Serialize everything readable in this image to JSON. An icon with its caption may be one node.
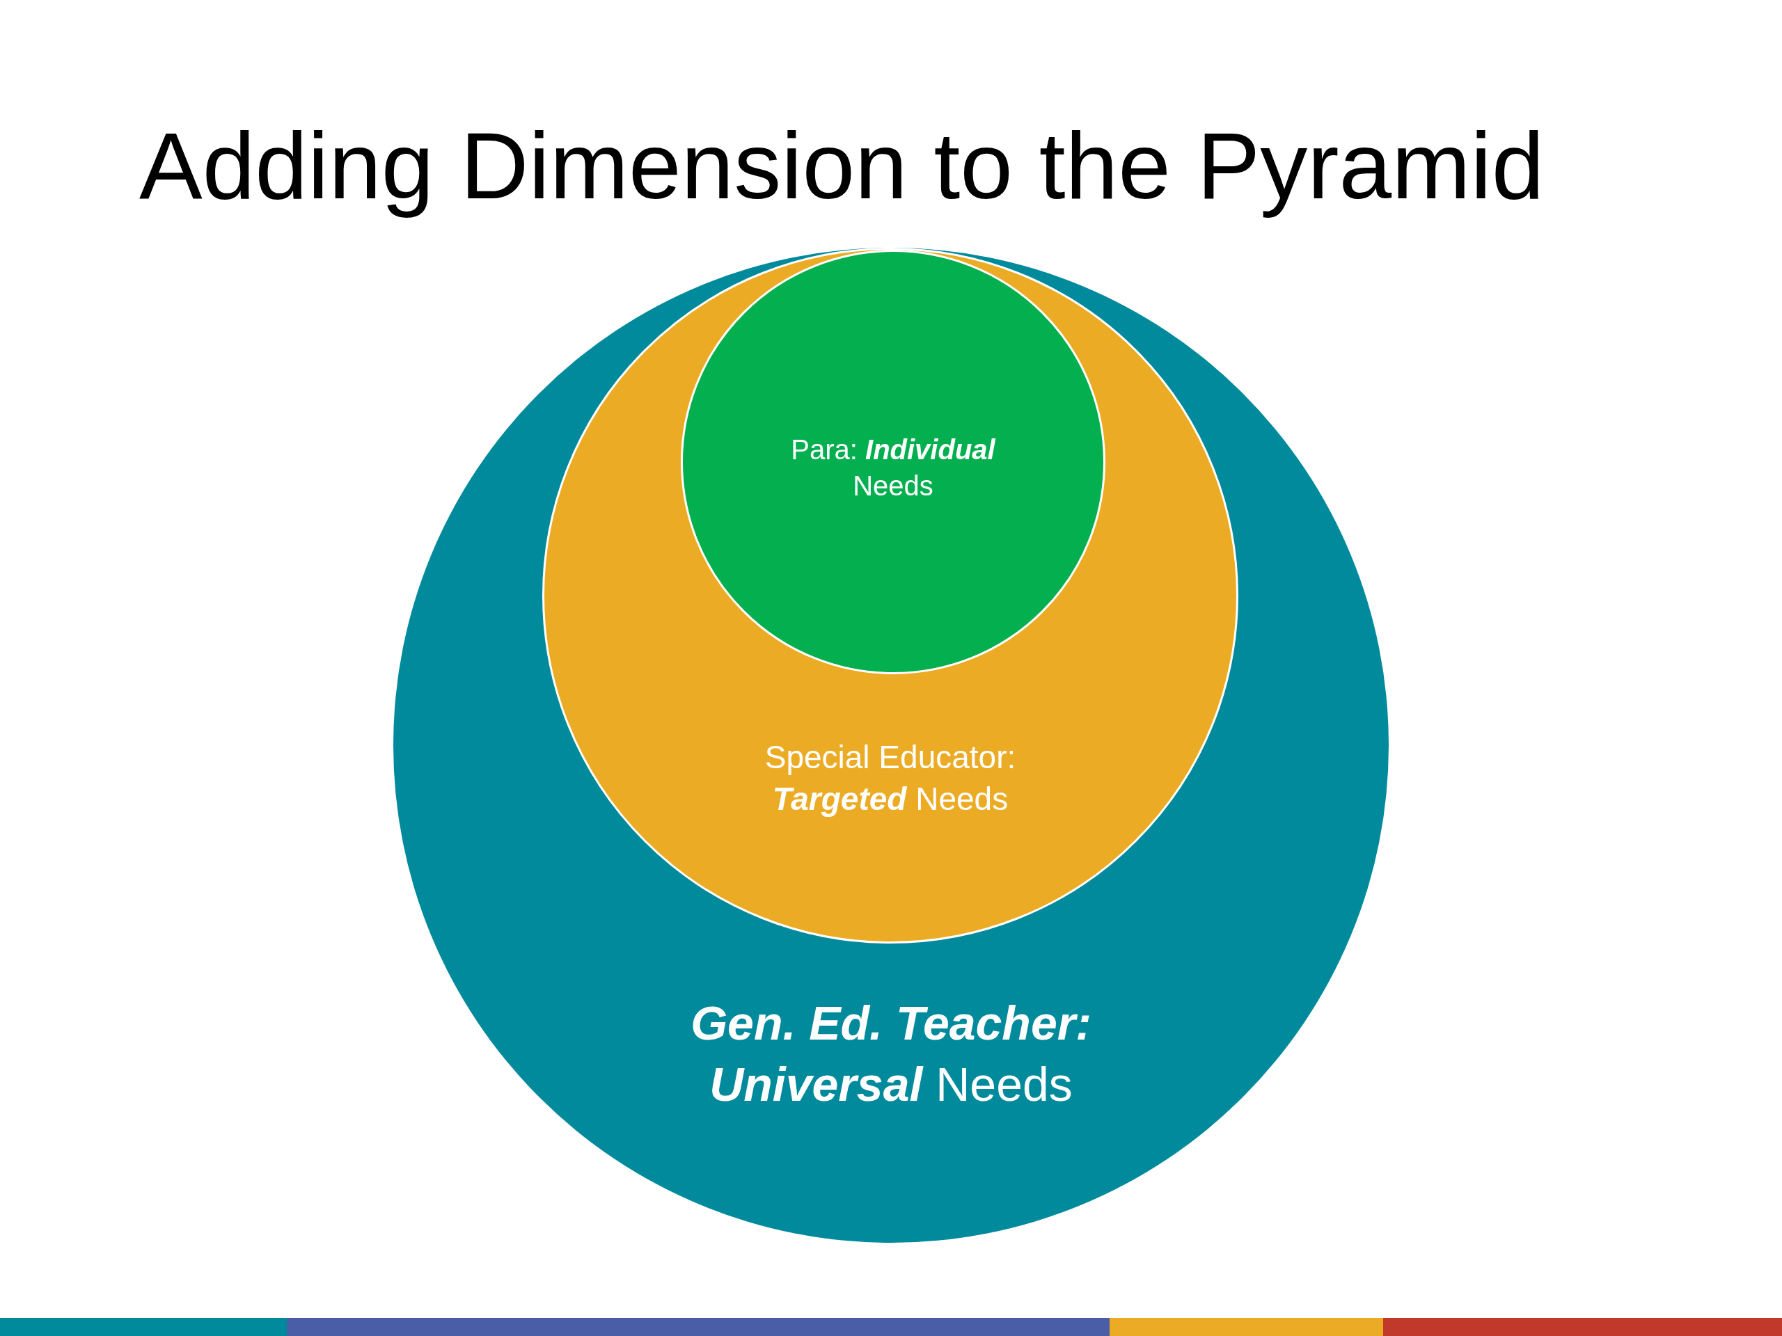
{
  "diagram": {
    "title": "Adding Dimension to the Pyramid",
    "nodes": [
      {
        "text": [
          "**Gen. Ed. Teacher:** **Universal** Needs"
        ]
      },
      {
        "text": [
          "Special Educator: **Targeted** Needs"
        ],
        "in": 0
      },
      {
        "text": [
          "Para: **Individual** Needs"
        ],
        "in": 1
      }
    ],
    "edges": []
  }
}
